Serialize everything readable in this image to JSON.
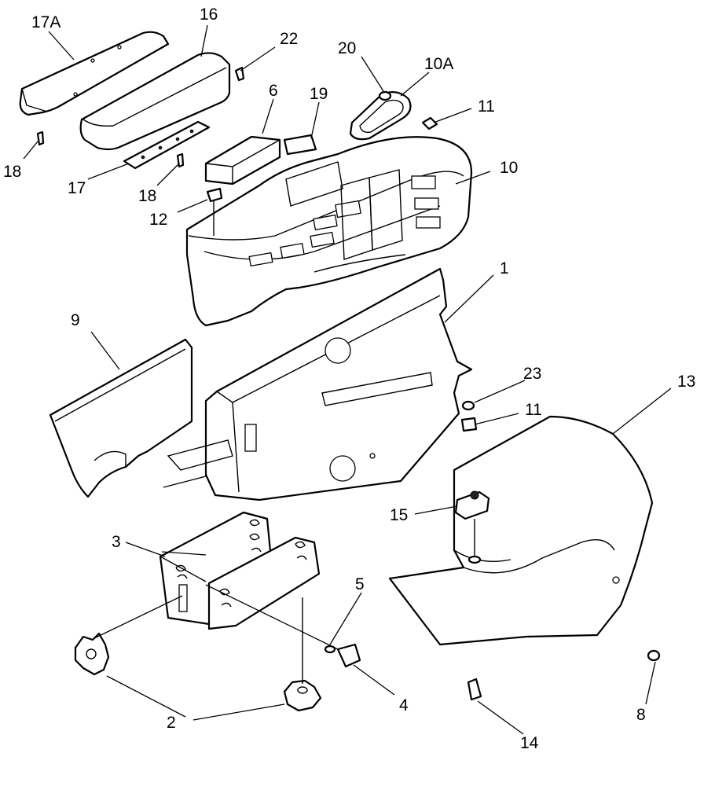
{
  "callouts": {
    "c17A": "17A",
    "c16": "16",
    "c22": "22",
    "c20": "20",
    "c10A": "10A",
    "c6": "6",
    "c19": "19",
    "c11a": "11",
    "c18a": "18",
    "c17": "17",
    "c18b": "18",
    "c10": "10",
    "c12": "12",
    "c1": "1",
    "c9": "9",
    "c23": "23",
    "c11b": "11",
    "c13": "13",
    "c15": "15",
    "c3": "3",
    "c5": "5",
    "c4": "4",
    "c2": "2",
    "c8": "8",
    "c14": "14"
  }
}
